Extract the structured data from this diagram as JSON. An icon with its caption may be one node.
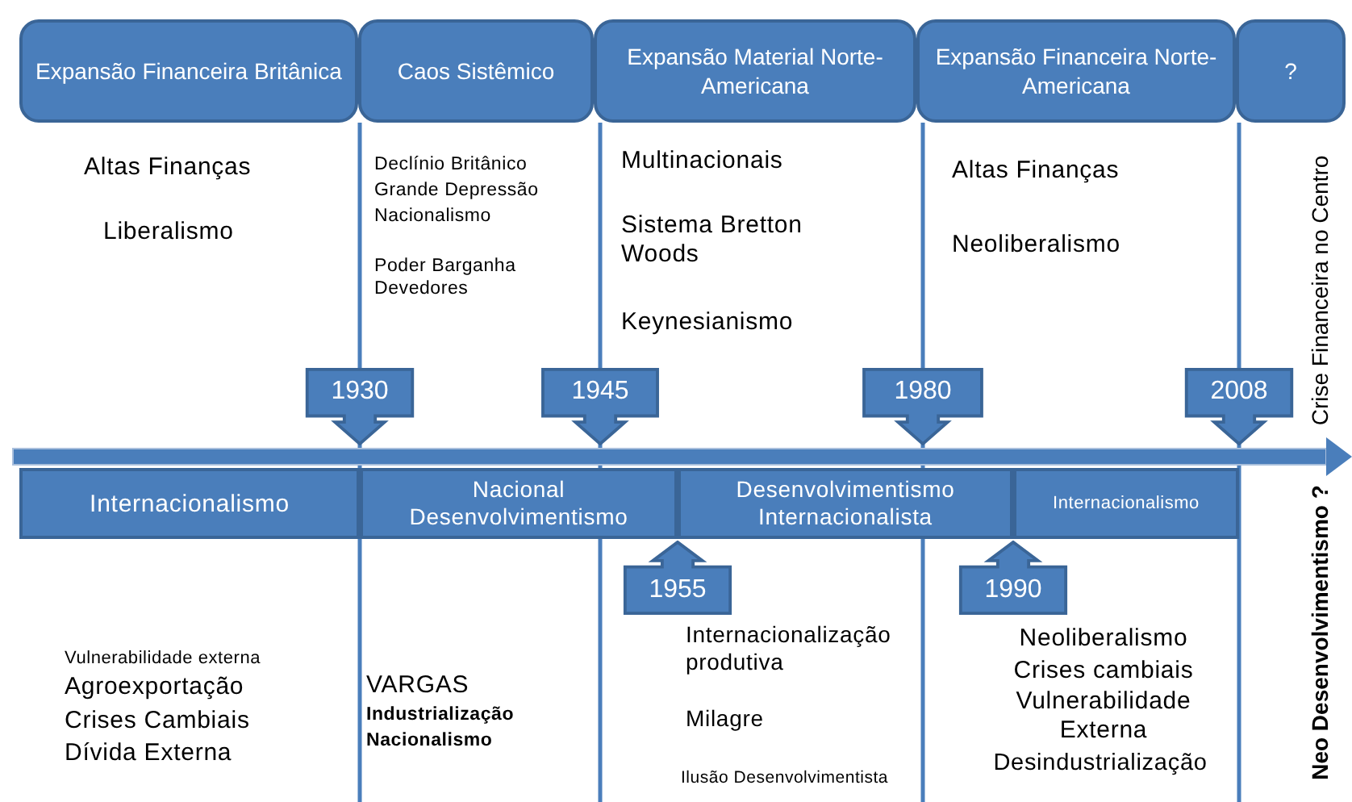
{
  "diagram": {
    "nodes": [
      {
        "text": [
          "Expansão Financeira Britânica"
        ]
      },
      {
        "text": [
          "Caos Sistêmico"
        ]
      },
      {
        "text": [
          "Expansão Material Norte-Americana"
        ]
      },
      {
        "text": [
          "Expansão Financeira Norte-Americana"
        ]
      },
      {
        "text": [
          "?"
        ]
      },
      {
        "text": [
          "1930"
        ]
      },
      {
        "text": [
          "1945"
        ]
      },
      {
        "text": [
          "1980"
        ]
      },
      {
        "text": [
          "2008"
        ]
      },
      {
        "text": [
          "Internacionalismo"
        ]
      },
      {
        "text": [
          "Nacional Desenvolvimentismo"
        ]
      },
      {
        "text": [
          "Desenvolvimentismo Internacionalista"
        ]
      },
      {
        "text": [
          "Internacionalismo"
        ]
      },
      {
        "text": [
          "1955"
        ]
      },
      {
        "text": [
          "1990"
        ]
      }
    ],
    "labels": [
      "Altas Finanças",
      "Liberalismo",
      "Declínio Britânico",
      "Grande Depressão",
      "Nacionalismo",
      "Poder Barganha Devedores",
      "Multinacionais",
      "Sistema Bretton Woods",
      "Keynesianismo",
      "Altas Finanças",
      "Neoliberalismo",
      "Crise Financeira no Centro",
      "Vulnerabilidade externa",
      "Agroexportação",
      "Crises Cambiais",
      "Dívida Externa",
      "VARGAS",
      "Industrialização",
      "Nacionalismo",
      "Internacionalização produtiva",
      "Milagre",
      "Ilusão Desenvolvimentista",
      "Neoliberalismo",
      "Crises cambiais",
      "Vulnerabilidade Externa",
      "Desindustrialização",
      "Neo Desenvolvimentismo ?"
    ]
  }
}
